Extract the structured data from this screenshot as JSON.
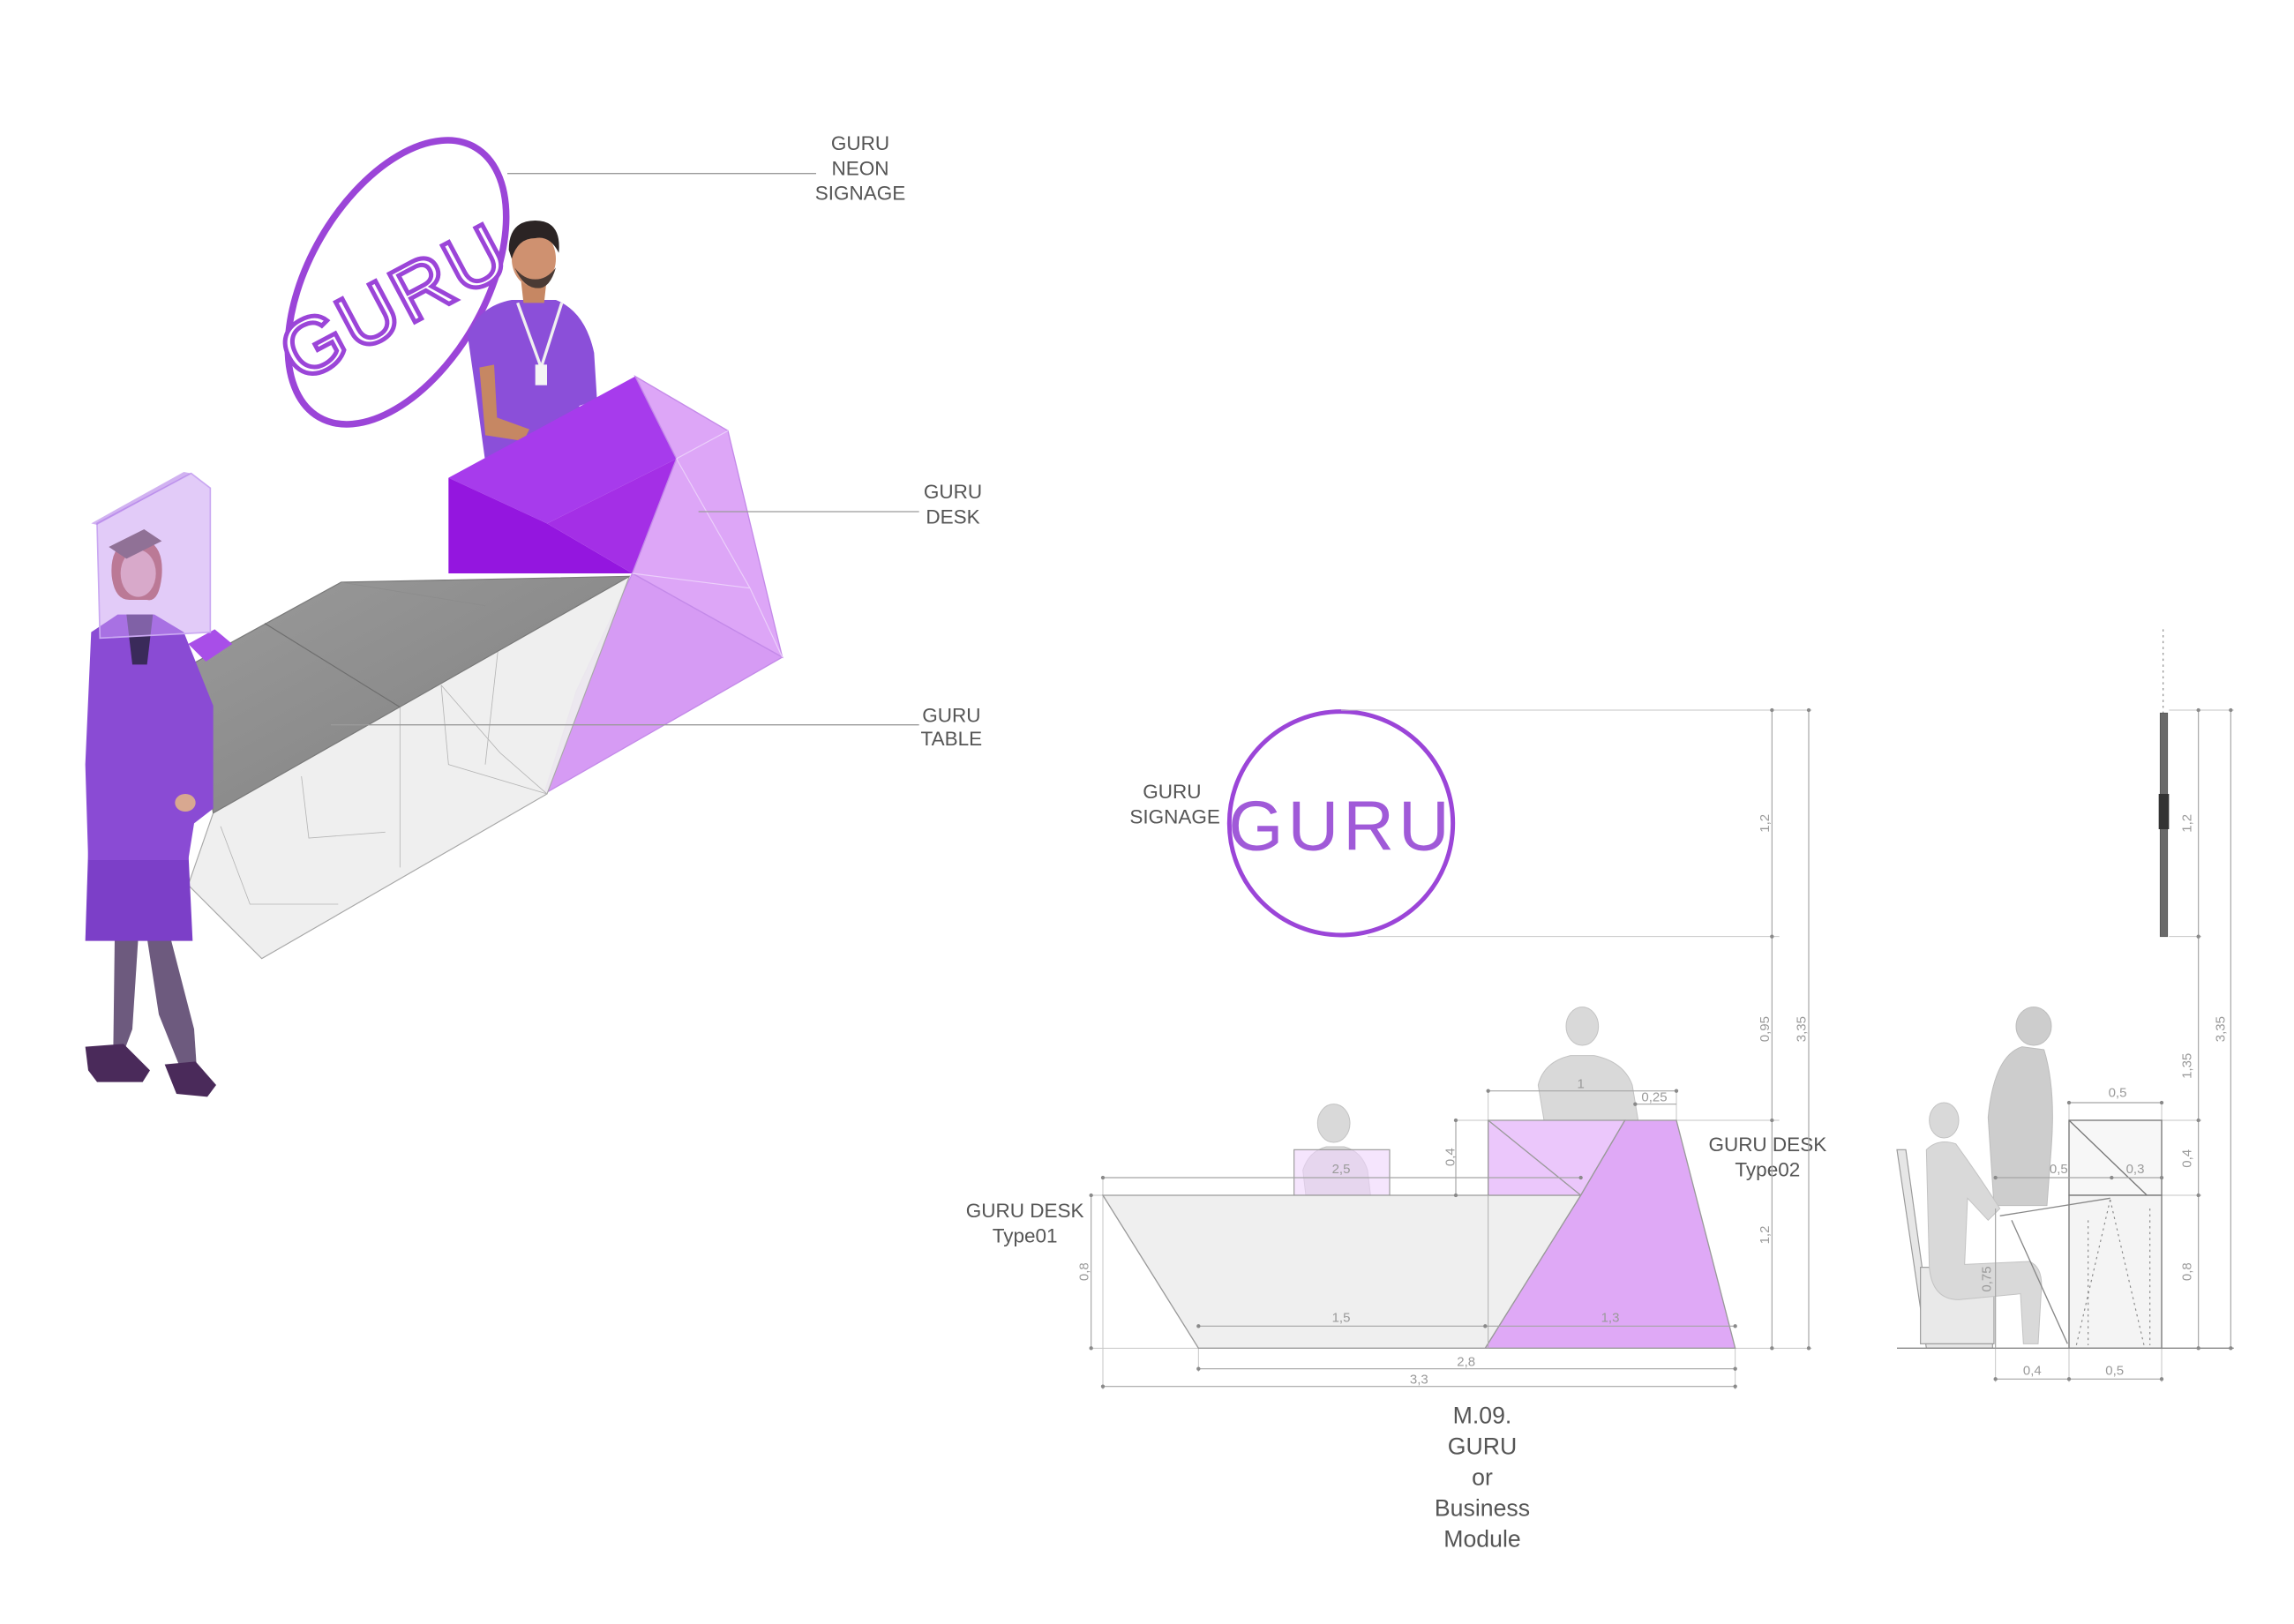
{
  "colors": {
    "neon_purple": "#9b45d8",
    "desk_purple_dark": "#9416df",
    "desk_purple_light": "#dda6f7",
    "table_gray": "#8f8f8f",
    "figure_gray": "#d9d9d9",
    "text": "#555555"
  },
  "isometric": {
    "sign_text": "GURU",
    "label_neon_signage": [
      "GURU",
      "NEON",
      "SIGNAGE"
    ],
    "label_desk": [
      "GURU",
      "DESK"
    ],
    "label_table": [
      "GURU",
      "TABLE"
    ]
  },
  "elevation": {
    "sign_text": "GURU",
    "label_signage": [
      "GURU",
      "SIGNAGE"
    ],
    "label_desk_type01": [
      "GURU DESK",
      "Type01"
    ],
    "label_desk_type02": [
      "GURU DESK",
      "Type02"
    ],
    "dim_sign_height": "1,2",
    "dim_sign_clearance": "0,95",
    "dim_total_height": "3,35",
    "dim_type02_height": "1,2",
    "dim_type02_upper": "0,4",
    "dim_type01_height": "0,8",
    "dim_type02_top_width": "1",
    "dim_type02_overhang": "0,25",
    "dim_type01_top_width": "2,5",
    "dim_type01_base": "1,5",
    "dim_type02_base": "1,3",
    "dim_base_total": "2,8",
    "dim_overall_width": "3,3"
  },
  "section": {
    "dim_sign_height": "1,2",
    "dim_total_height": "3,35",
    "dim_clearance": "1,35",
    "dim_upper": "0,4",
    "dim_lower": "0,8",
    "dim_top_width": "0,5",
    "dim_top_left": "0,5",
    "dim_top_right": "0,3",
    "dim_seat_height": "0,75",
    "dim_base_left": "0,4",
    "dim_base_right": "0,5"
  },
  "caption": {
    "code": "M.09.",
    "line2": "GURU",
    "line3": "or",
    "line4": "Business",
    "line5": "Module"
  }
}
